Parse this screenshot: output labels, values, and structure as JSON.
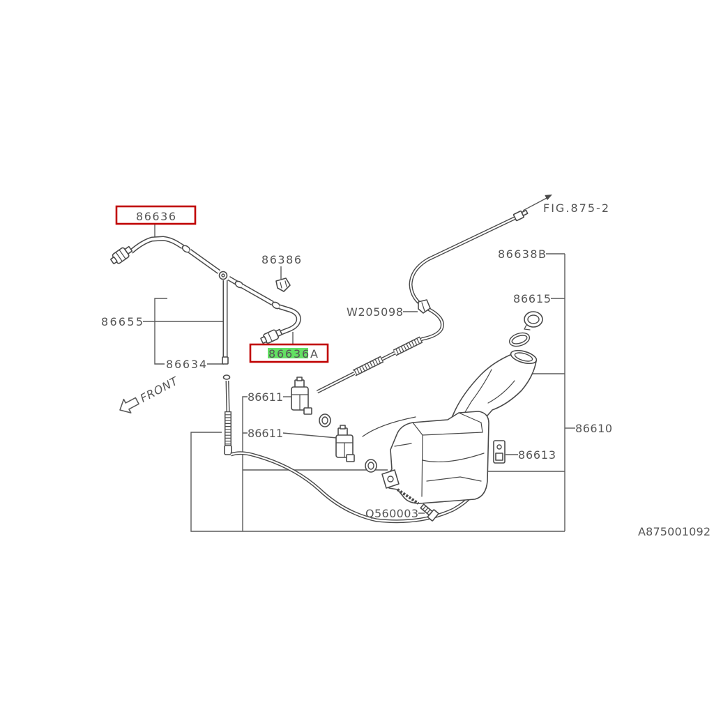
{
  "diagram": {
    "reference_id": "A875001092",
    "front_label": "FRONT",
    "fig_reference": "FIG.875-2"
  },
  "callouts": {
    "c86636": "86636",
    "c86386": "86386",
    "c86655": "86655",
    "c86634": "86634",
    "c86636A": "86636A",
    "cW205098": "W205098",
    "c86638B": "86638B",
    "c86615": "86615",
    "c86611_upper": "86611",
    "c86611_lower": "86611",
    "c86610": "86610",
    "c86613": "86613",
    "cQ560003": "Q560003"
  },
  "colors": {
    "line": "#4a4a4a",
    "text": "#555555",
    "callout_box": "#c00000",
    "marker": "#63e063"
  }
}
